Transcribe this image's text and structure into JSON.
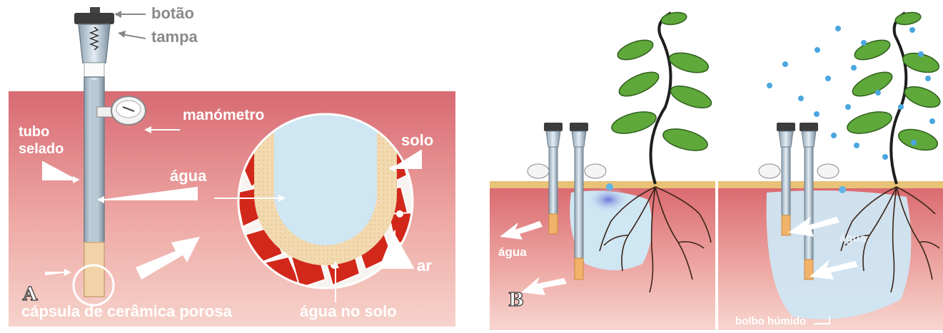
{
  "panel_a": {
    "tag": "A",
    "labels": {
      "button": "botão",
      "cap": "tampa",
      "manometer": "manómetro",
      "tube_line1": "tubo",
      "tube_line2": "selado",
      "water": "água",
      "soil": "solo",
      "air": "ar",
      "ceramic_capsule": "cápsula de cerâmica porosa",
      "soil_water": "água no solo"
    }
  },
  "panel_b": {
    "tag": "B",
    "labels": {
      "water_left": "água",
      "water_right": "água",
      "wet_bulb": "bolbo húmido"
    }
  },
  "colors": {
    "soil_pink": "#d9676c",
    "soil_light": "#f3c3bc",
    "grain_red": "#d2281b",
    "water_blue": "#cfe6f3",
    "ground_line": "#e8c277",
    "leaf_green": "#5fa83a",
    "root_dark": "#3a2418"
  }
}
